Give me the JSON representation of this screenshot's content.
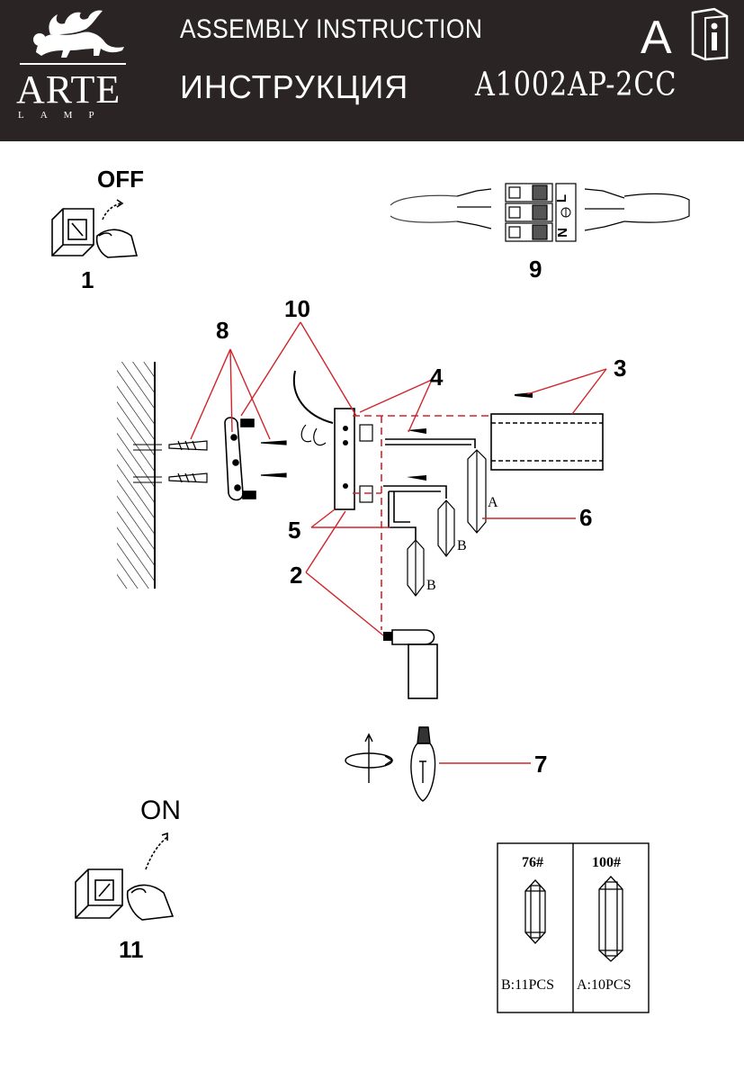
{
  "header": {
    "title_en": "ASSEMBLY INSTRUCTION",
    "title_ru": "ИНСТРУКЦИЯ",
    "model": "A1002AP-2CC",
    "size_letter": "A",
    "brand_name": "ARTE",
    "brand_sub": "LAMP",
    "manual_icon": "book-info-icon"
  },
  "steps": {
    "off_label": "OFF",
    "on_label": "ON",
    "n1": "1",
    "n2": "2",
    "n3": "3",
    "n4": "4",
    "n5": "5",
    "n6": "6",
    "n7": "7",
    "n8": "8",
    "n9": "9",
    "n10": "10",
    "n11": "11"
  },
  "parts": {
    "crystal_a": "A",
    "crystal_b1": "B",
    "crystal_b2": "B"
  },
  "terminal": {
    "l": "L",
    "n": "N",
    "earth_icon": "earth-icon"
  },
  "crystal_table": {
    "col_b_code": "76#",
    "col_a_code": "100#",
    "col_b_qty": "B:11PCS",
    "col_a_qty": "A:10PCS"
  },
  "colors": {
    "header_bg": "#2a2424",
    "leader": "#d0242b",
    "ink": "#000000"
  }
}
